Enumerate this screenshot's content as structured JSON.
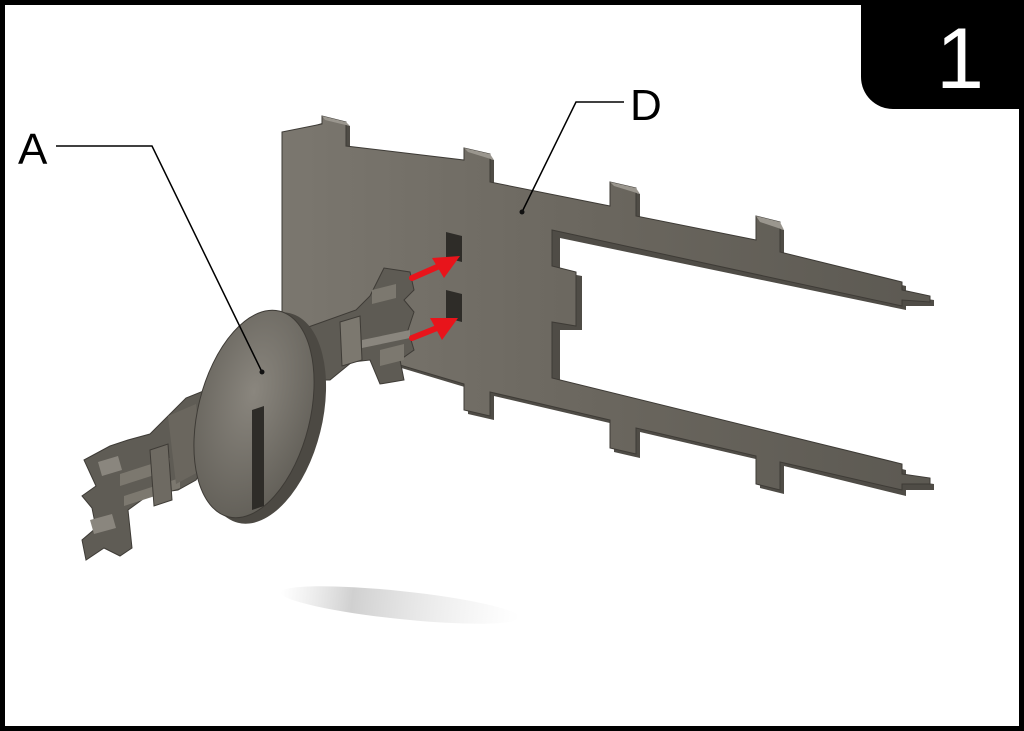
{
  "step_number": "1",
  "callouts": {
    "a": "A",
    "d": "D"
  },
  "colors": {
    "frame": "#000000",
    "badge_bg": "#000000",
    "badge_text": "#ffffff",
    "part_fill": "#6b675f",
    "part_dark": "#4a4741",
    "part_light": "#8a867e",
    "arrow": "#e8141b"
  }
}
